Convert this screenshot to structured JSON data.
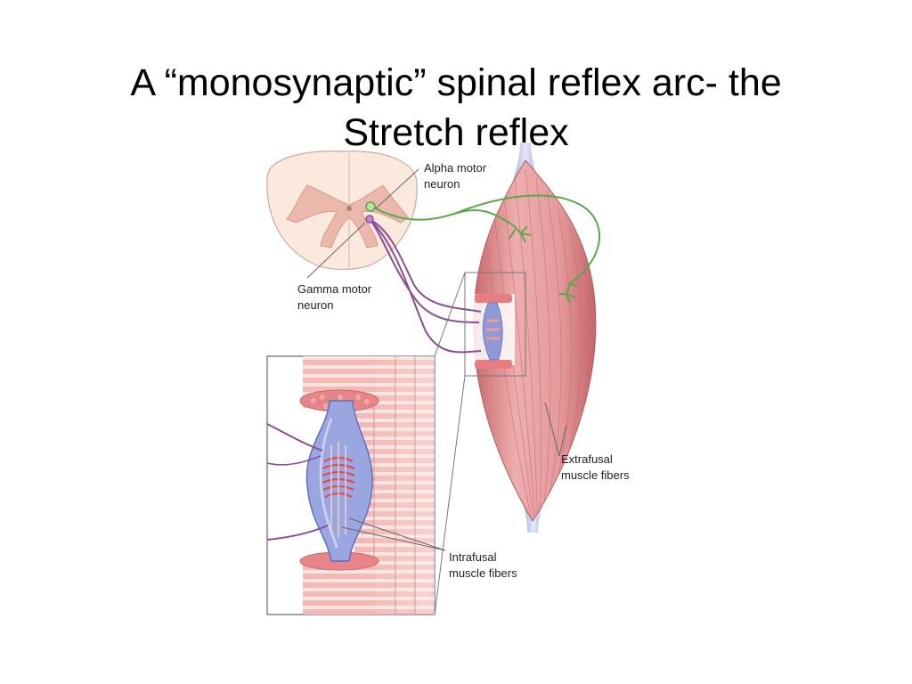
{
  "slide": {
    "title_line1": "A “monosynaptic” spinal reflex arc- the",
    "title_line2": "Stretch reflex"
  },
  "labels": {
    "alpha_line1": "Alpha motor",
    "alpha_line2": "neuron",
    "gamma_line1": "Gamma motor",
    "gamma_line2": "neuron",
    "extrafusal_line1": "Extrafusal",
    "extrafusal_line2": "muscle fibers",
    "intrafusal_line1": "Intrafusal",
    "intrafusal_line2": "muscle fibers"
  },
  "colors": {
    "muscle": "#e7a3a4",
    "muscle_stripe": "#c96f72",
    "tendon": "#b9c3e6",
    "alpha_neuron": "#5aa84a",
    "gamma_neuron": "#8a4d96",
    "spinal_gray": "#eab8ad",
    "spinal_white": "#fbe9de"
  }
}
